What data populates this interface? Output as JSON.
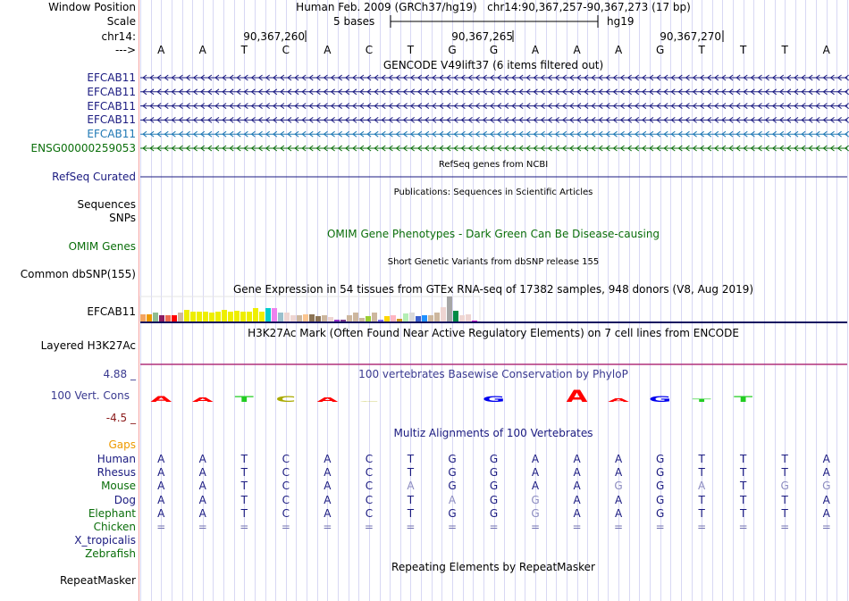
{
  "header": {
    "window_position_label": "Window Position",
    "window_position": "Human Feb. 2009 (GRCh37/hg19)   chr14:90,367,257-90,367,273 (17 bp)",
    "scale_label": "Scale",
    "scale_text": "5 bases",
    "scale_db": "hg19",
    "chrom_label": "chr14:",
    "coord_ticks": [
      "90,367,260",
      "90,367,265",
      "90,367,270"
    ],
    "strand_label": "--->"
  },
  "sequence": [
    "A",
    "A",
    "T",
    "C",
    "A",
    "C",
    "T",
    "G",
    "G",
    "A",
    "A",
    "A",
    "G",
    "T",
    "T",
    "T",
    "A"
  ],
  "gencode": {
    "title": "GENCODE V49lift37 (6 items filtered out)",
    "items": [
      {
        "name": "EFCAB11",
        "color": "#1a1a80"
      },
      {
        "name": "EFCAB11",
        "color": "#1a1a80"
      },
      {
        "name": "EFCAB11",
        "color": "#1a1a80"
      },
      {
        "name": "EFCAB11",
        "color": "#1a1a80"
      },
      {
        "name": "EFCAB11",
        "color": "#1f78b4"
      },
      {
        "name": "ENSG00000259053",
        "color": "#0a6e0a"
      }
    ]
  },
  "refseq": {
    "title": "RefSeq genes from NCBI",
    "label": "RefSeq Curated"
  },
  "publications": {
    "title": "Publications: Sequences in Scientific Articles",
    "label1": "Sequences",
    "label2": "SNPs"
  },
  "omim": {
    "title": "OMIM Gene Phenotypes - Dark Green Can Be Disease-causing",
    "label": "OMIM Genes"
  },
  "dbsnp": {
    "title": "Short Genetic Variants from dbSNP release 155",
    "label": "Common dbSNP(155)"
  },
  "gtex": {
    "title": "Gene Expression in 54 tissues from GTEx RNA-seq of 17382 samples, 948 donors (V8, Aug 2019)",
    "label": "EFCAB11",
    "values": [
      8,
      8,
      10,
      7,
      7,
      7,
      10,
      13,
      11,
      11,
      11,
      10,
      11,
      13,
      11,
      12,
      11,
      11,
      15,
      11,
      15,
      15,
      10,
      10,
      7,
      7,
      8,
      8,
      6,
      7,
      5,
      2,
      2,
      7,
      10,
      4,
      6,
      10,
      2,
      6,
      7,
      3,
      9,
      10,
      6,
      7,
      7,
      10,
      16,
      28,
      12,
      7,
      8,
      1
    ],
    "colors": [
      "#f4a460",
      "#ee9a00",
      "#8fbc8f",
      "#8b1c62",
      "#ee6a50",
      "#ff0000",
      "#cdb79e",
      "#eeee00",
      "#eeee00",
      "#eeee00",
      "#eeee00",
      "#eeee00",
      "#eeee00",
      "#eeee00",
      "#eeee00",
      "#eeee00",
      "#eeee00",
      "#eeee00",
      "#eeee00",
      "#eeee00",
      "#00cdcd",
      "#ee82ee",
      "#9ac0cd",
      "#eed5d2",
      "#eed5d2",
      "#cdb79e",
      "#fac590",
      "#8b7355",
      "#8b7355",
      "#cdb79e",
      "#eed5d2",
      "#9932cc",
      "#7a378b",
      "#cdb79e",
      "#cdb79e",
      "#cdb79e",
      "#9acd32",
      "#cdb79e",
      "#7b68ee",
      "#ffd700",
      "#ffb6c1",
      "#cd9b1d",
      "#b4eeb4",
      "#d9d9d9",
      "#3a5fcd",
      "#1e90ff",
      "#cdb79e",
      "#cdb79e",
      "#eed5d2",
      "#a6a6a6",
      "#008b45",
      "#eed5d2",
      "#eed5d2",
      "#cd00cd"
    ]
  },
  "h3k27ac": {
    "title": "H3K27Ac Mark (Often Found Near Active Regulatory Elements) on 7 cell lines from ENCODE",
    "label": "Layered H3K27Ac"
  },
  "phylop": {
    "title": "100 vertebrates Basewise Conservation by PhyloP",
    "label": "100 Vert. Cons",
    "max": "4.88 _",
    "min": "-4.5 _",
    "letters": [
      {
        "b": "A",
        "h": 1
      },
      {
        "b": "A",
        "h": 0.8
      },
      {
        "b": "T",
        "h": 1
      },
      {
        "b": "C",
        "h": 1
      },
      {
        "b": "A",
        "h": 0.8
      },
      {
        "b": "C",
        "h": 0.1
      },
      {
        "b": "",
        "h": 0
      },
      {
        "b": "",
        "h": 0
      },
      {
        "b": "G",
        "h": 1
      },
      {
        "b": "",
        "h": 0
      },
      {
        "b": "A",
        "h": 2.2
      },
      {
        "b": "A",
        "h": 0.6
      },
      {
        "b": "G",
        "h": 1
      },
      {
        "b": "T",
        "h": 0.5
      },
      {
        "b": "T",
        "h": 1
      },
      {
        "b": "",
        "h": 0
      },
      {
        "b": "",
        "h": 0
      }
    ]
  },
  "multiz": {
    "title": "Multiz Alignments of 100 Vertebrates",
    "gaps_label": "Gaps",
    "species": [
      {
        "name": "Human",
        "color": "#1a1a80",
        "seq": "AATCACTGGAAAGTTTA"
      },
      {
        "name": "Rhesus",
        "color": "#1a1a80",
        "seq": "AATCACTGGAAAGTTTA"
      },
      {
        "name": "Mouse",
        "color": "#0a6e0a",
        "seq": "AATCACAGGAAGGATGG"
      },
      {
        "name": "Dog",
        "color": "#1a1a80",
        "seq": "AATCACTAGGAAGTTTA"
      },
      {
        "name": "Elephant",
        "color": "#0a6e0a",
        "seq": "AATCACTGGGAAGTTTA"
      },
      {
        "name": "Chicken",
        "color": "#0a6e0a",
        "seq": "================="
      },
      {
        "name": "X_tropicalis",
        "color": "#1a1a80",
        "seq": ""
      },
      {
        "name": "Zebrafish",
        "color": "#0a6e0a",
        "seq": ""
      }
    ]
  },
  "repeatmasker": {
    "title": "Repeating Elements by RepeatMasker",
    "label": "RepeatMasker"
  }
}
